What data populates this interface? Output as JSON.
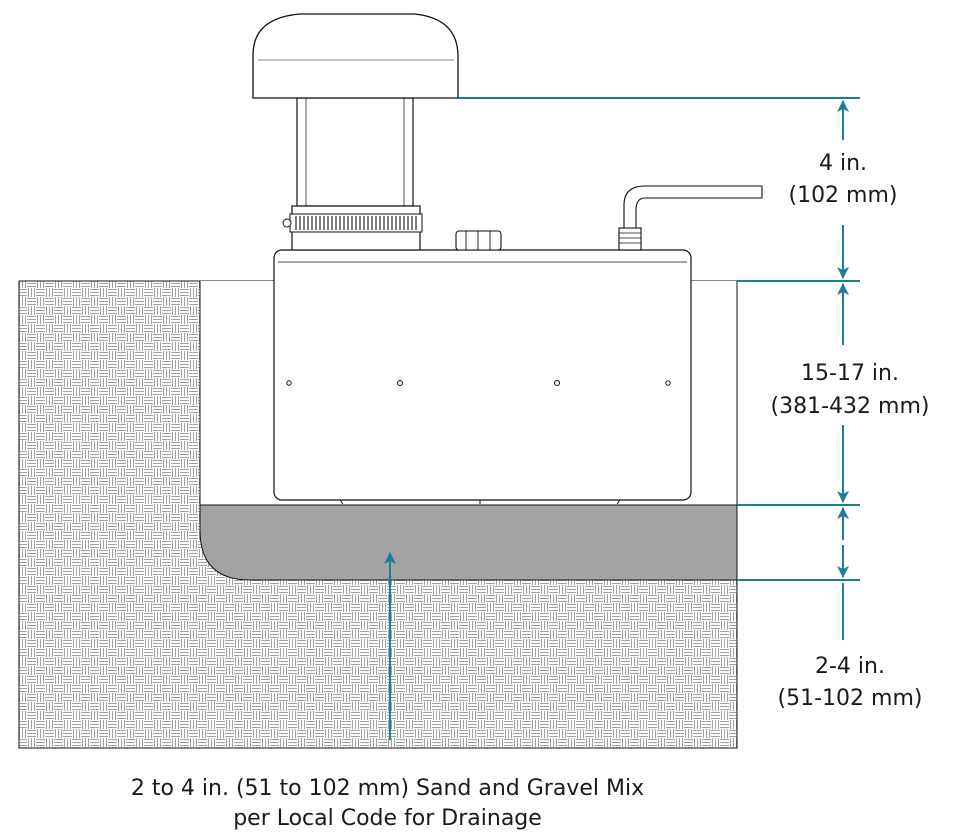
{
  "colors": {
    "dimension": "#1e7e98",
    "outline": "#111111",
    "soil_fill": "#9a9a9a",
    "gravel_fill": "#a3a3a3",
    "background": "#ffffff"
  },
  "dimensions": {
    "top": {
      "value": "4 in.",
      "metric": "(102 mm)"
    },
    "middle": {
      "value": "15-17 in.",
      "metric": "(381-432 mm)"
    },
    "bottom": {
      "value": "2-4 in.",
      "metric": "(51-102 mm)"
    }
  },
  "caption": {
    "line1": "2 to 4 in. (51 to 102 mm) Sand and Gravel Mix",
    "line2": "per Local Code for Drainage"
  }
}
